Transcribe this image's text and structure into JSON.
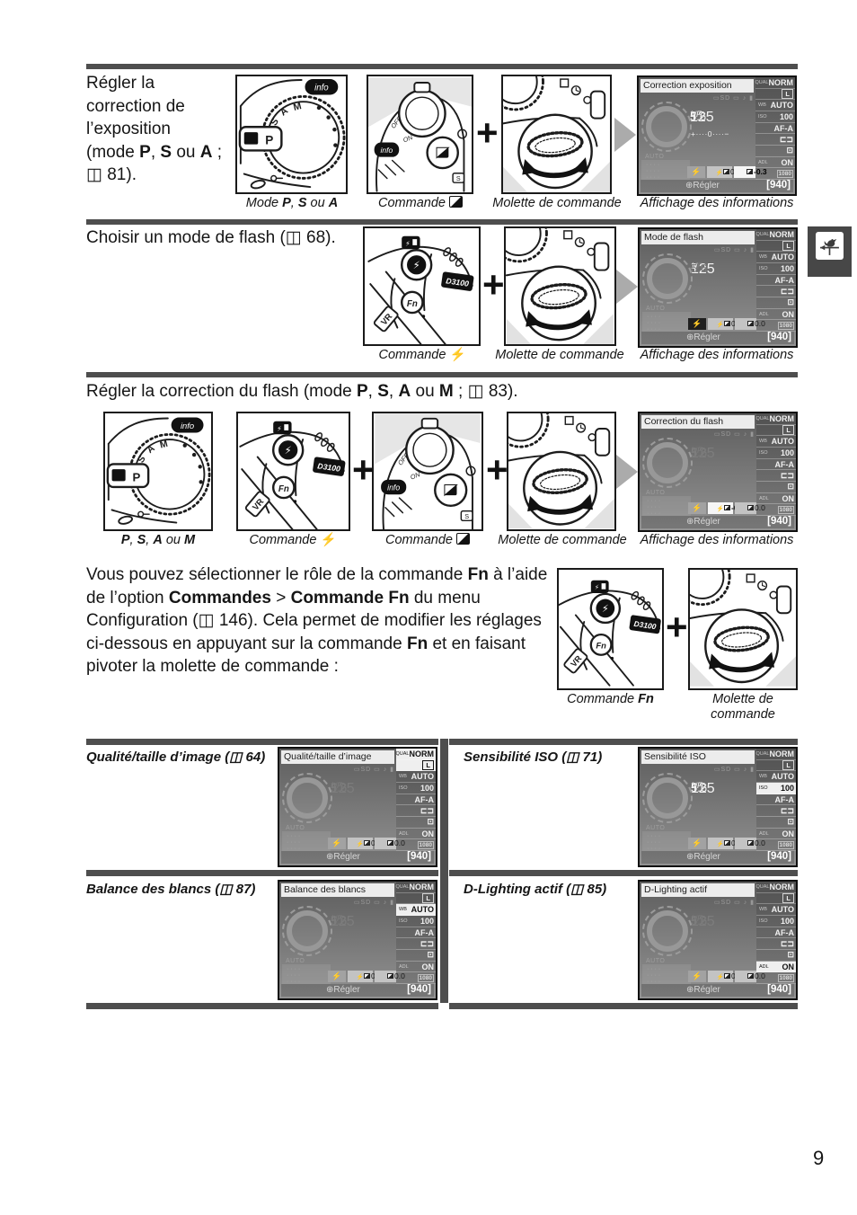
{
  "page_number": "9",
  "colors": {
    "rule": "#4e4e4e",
    "tab_bg": "#474747",
    "display_highlight": "#ececec"
  },
  "tab": {
    "icon": "rooster-weathervane"
  },
  "sections": {
    "s1": {
      "heading_html": "Régler la<br>correction de<br>l’exposition<br>(mode <b>P</b>, <b>S</b> ou <b>A</b> ;<br>◫ 81).",
      "cap_dial_html": "Mode <b>P</b>, <b>S</b> ou <b>A</b>",
      "cap_e_html": "Commande <span class='evicon' data-name='exposure-comp-icon' data-interactable='false'></span>",
      "cap_molette": "Molette de commande",
      "cap_display": "Affichage des informations"
    },
    "s2": {
      "heading_html": "Choisir un mode de flash (◫ 68).",
      "cap_flash_html": "Commande <b class='bolt'>⚡</b>",
      "cap_molette": "Molette de commande",
      "cap_display": "Affichage des informations"
    },
    "s3": {
      "heading_html": "Régler la correction du flash (mode <b>P</b>, <b>S</b>, <b>A</b> ou <b>M</b> ; ◫ 83).",
      "cap_dial_html": "<b>P</b>, <b>S</b>, <b>A</b> ou <b>M</b>",
      "cap_flash_html": "Commande <b class='bolt'>⚡</b>",
      "cap_e_html": "Commande <span class='evicon' data-name='exposure-comp-icon' data-interactable='false'></span>",
      "cap_molette": "Molette de commande",
      "cap_display": "Affichage des informations"
    },
    "fn": {
      "paragraph_html": "Vous pouvez sélectionner le rôle de la commande <b>Fn</b> à l’aide de l’option <b>Commandes</b> &gt; <b>Commande Fn</b> du menu Configuration (◫ 146). Cela permet de modifier les réglages ci-dessous en appuyant sur la commande <b>Fn</b> et en faisant pivoter la molette de commande :",
      "cap_fn_html": "Commande <b>Fn</b>",
      "cap_molette_html": "Molette de<br>commande"
    }
  },
  "table": {
    "rows": [
      {
        "left_label": "Qualité/taille d’image (◫ 64)",
        "right_label": "Sensibilité ISO (◫ 71)"
      },
      {
        "left_label": "Balance des blancs (◫ 87)",
        "right_label": "D-Lighting actif (◫ 85)"
      }
    ]
  },
  "display_common": {
    "indicators": "▭SD ▭ ♪ ▮",
    "auto_label": "AUTO",
    "scale": "+····0····−",
    "regler_icon": "⊕",
    "regler_label": "Régler",
    "frames": "[940]",
    "shutter_prefix": "1/",
    "aperture_prefix": "F",
    "grid_dots": "· · · ·\n· · · ·\n· · · ·",
    "sidebar": [
      {
        "label": "QUAL",
        "value": "NORM"
      },
      {
        "label": "",
        "value": "L"
      },
      {
        "label": "WB",
        "value": "AUTO"
      },
      {
        "label": "ISO",
        "value": "100"
      },
      {
        "label": "",
        "value": "AF-A"
      },
      {
        "label": "",
        "value": "⊏⊐"
      },
      {
        "label": "",
        "value": "⊡"
      },
      {
        "label": "ADL",
        "value": "ON"
      },
      {
        "label": "",
        "value": "1080"
      }
    ]
  },
  "displays": [
    {
      "title": "Correction exposition",
      "shutter": "125",
      "aperture": "5.6",
      "shutter_dim": false,
      "aperture_dim": false,
      "scale": true,
      "flash_comp": "0.0",
      "exp_comp": "-0.3",
      "highlight": "exp_comp"
    },
    {
      "title": "Mode de flash",
      "shutter": "125",
      "aperture": "5.6",
      "shutter_dim": false,
      "aperture_dim": true,
      "scale": false,
      "flash_comp": "0.0",
      "exp_comp": "0.0",
      "highlight": "flash"
    },
    {
      "title": "Correction du flash",
      "shutter": "125",
      "aperture": "5.6",
      "shutter_dim": true,
      "aperture_dim": true,
      "scale": false,
      "flash_comp": "-0.3",
      "exp_comp": "0.0",
      "highlight": "flash_comp"
    },
    {
      "title": "Qualité/taille d’image",
      "shutter": "125",
      "aperture": "5.6",
      "shutter_dim": true,
      "aperture_dim": true,
      "scale": false,
      "flash_comp": "0.0",
      "exp_comp": "0.0",
      "highlight": "qual"
    },
    {
      "title": "Sensibilité ISO",
      "shutter": "125",
      "aperture": "5.6",
      "shutter_dim": false,
      "aperture_dim": false,
      "scale": false,
      "flash_comp": "0.0",
      "exp_comp": "0.0",
      "highlight": "iso"
    },
    {
      "title": "Balance des blancs",
      "shutter": "125",
      "aperture": "5.6",
      "shutter_dim": true,
      "aperture_dim": true,
      "scale": false,
      "flash_comp": "0.0",
      "exp_comp": "0.0",
      "highlight": "wb"
    },
    {
      "title": "D-Lighting actif",
      "shutter": "125",
      "aperture": "5.6",
      "shutter_dim": true,
      "aperture_dim": true,
      "scale": false,
      "flash_comp": "0.0",
      "exp_comp": "0.0",
      "highlight": "adl"
    }
  ],
  "camera_labels": {
    "info": "info",
    "off": "OFF",
    "on": "ON",
    "vr": "VR",
    "model": "D3100",
    "fn": "Fn",
    "s_badge": "S",
    "p_letter": "P",
    "bolt": "⚡"
  }
}
